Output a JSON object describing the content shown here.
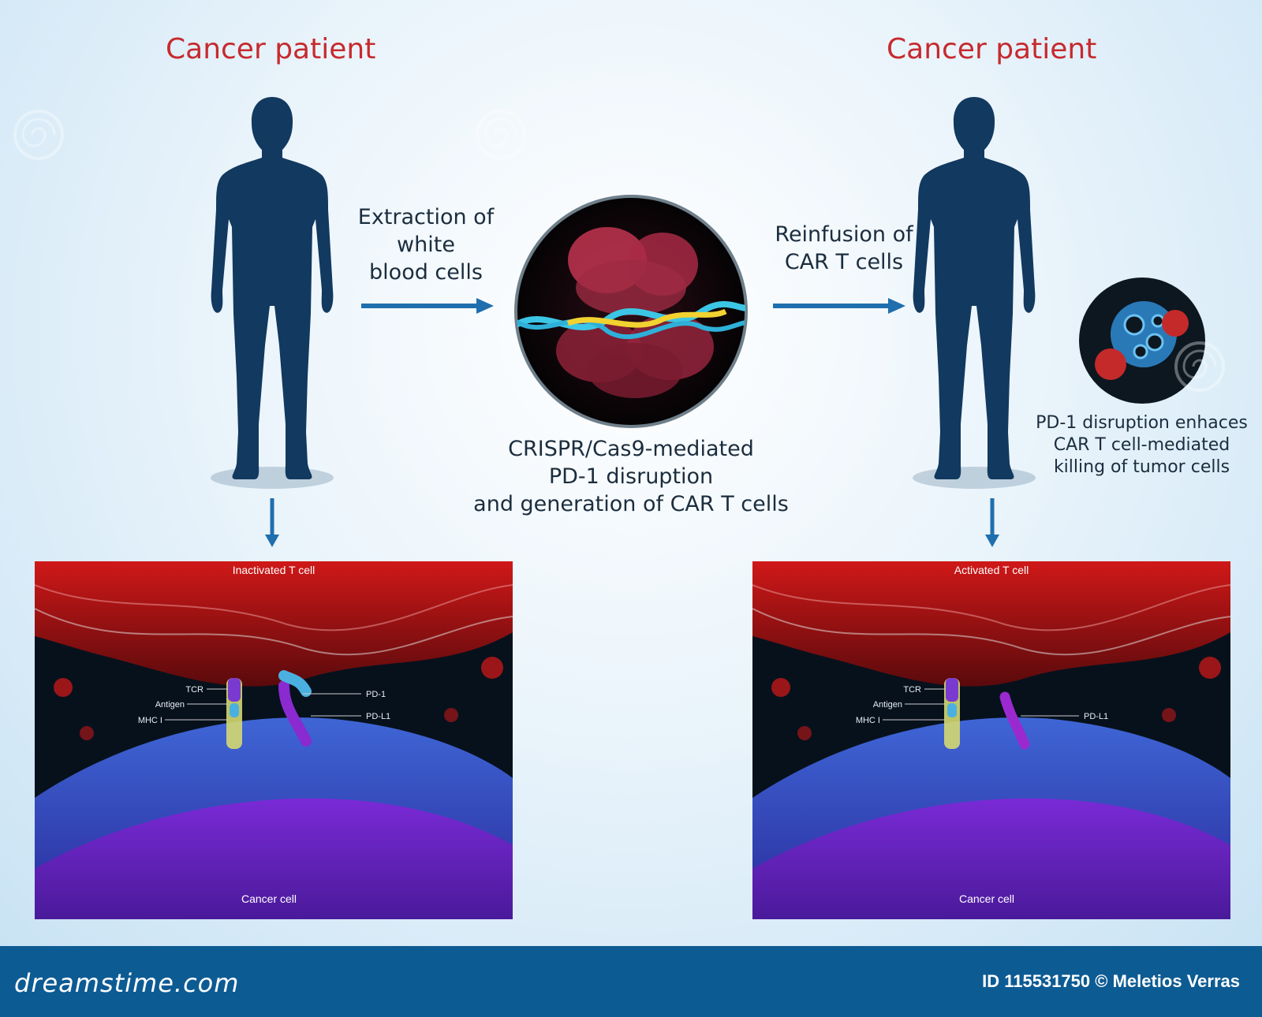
{
  "titles": {
    "left": "Cancer patient",
    "right": "Cancer patient"
  },
  "steps": {
    "extraction": [
      "Extraction of",
      "white",
      "blood cells"
    ],
    "reinfusion": [
      "Reinfusion of",
      "CAR T cells"
    ],
    "crispr": [
      "CRISPR/Cas9-mediated",
      "PD-1 disruption",
      "and generation of CAR T cells"
    ],
    "killing": [
      "PD-1 disruption enhaces",
      "CAR T cell-mediated",
      "killing of tumor cells"
    ]
  },
  "panel_left": {
    "top_label": "Inactivated T cell",
    "bottom_label": "Cancer cell",
    "markers_left": [
      "TCR",
      "Antigen",
      "MHC I"
    ],
    "markers_right": [
      "PD-1",
      "PD-L1"
    ]
  },
  "panel_right": {
    "top_label": "Activated T cell",
    "bottom_label": "Cancer cell",
    "markers_left": [
      "TCR",
      "Antigen",
      "MHC I"
    ],
    "markers_right": [
      "PD-L1"
    ]
  },
  "footer": {
    "logo": "dreamstime.com",
    "credit": "ID 115531750 © Meletios Verras"
  },
  "colors": {
    "title_red": "#c62a2e",
    "silhouette": "#12395f",
    "arrow_blue": "#1f6fae",
    "footer_blue": "#0d5b93"
  }
}
